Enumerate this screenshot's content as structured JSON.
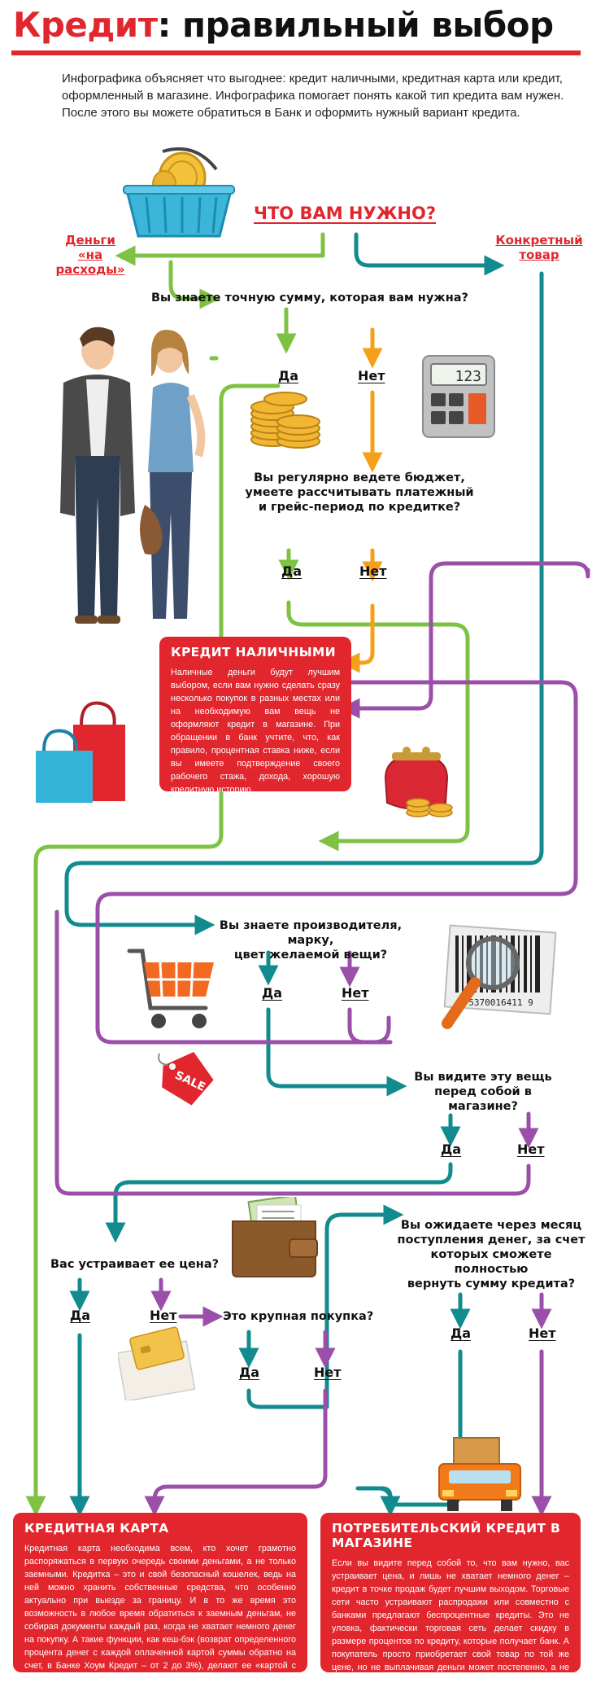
{
  "header": {
    "title_accent": "Кредит",
    "title_rest": ": правильный выбор",
    "intro": "Инфографика объясняет что выгоднее: кредит наличными, кредитная карта или кредит, оформленный в магазине. Инфографика помогает понять какой тип кредита вам нужен. После этого вы можете обратиться в Банк и оформить нужный вариант кредита."
  },
  "flow": {
    "start": "ЧТО ВАМ НУЖНО?",
    "branch_money_l1": "Деньги",
    "branch_money_l2": "«на расходы»",
    "branch_goods_l1": "Конкретный",
    "branch_goods_l2": "товар",
    "q1": "Вы знаете точную сумму, которая вам нужна?",
    "q2_l1": "Вы регулярно ведете бюджет,",
    "q2_l2": "умеете рассчитывать платежный",
    "q2_l3": "и грейс-период по кредитке?",
    "q3_l1": "Вы знаете производителя, марку,",
    "q3_l2": "цвет желаемой вещи?",
    "q4_l1": "Вы видите эту вещь",
    "q4_l2": "перед собой в магазине?",
    "q5": "Вас устраивает ее цена?",
    "q6": "Это крупная покупка?",
    "q7_l1": "Вы ожидаете через месяц",
    "q7_l2": "поступления денег, за счет",
    "q7_l3": "которых сможете полностью",
    "q7_l4": "вернуть сумму кредита?",
    "yes": "Да",
    "no": "Нет",
    "calc_display": "123",
    "sale_tag": "SALE",
    "barcode_number": "5370016411 9"
  },
  "results": {
    "cash": {
      "title": "КРЕДИТ НАЛИЧНЫМИ",
      "text": "Наличные деньги будут лучшим выбором, если вам нужно сделать сразу несколько покупок в разных местах или на необходимую вам вещь не оформляют кредит в магазине. При обращении в банк учтите, что, как правило, процентная ставка ниже, если вы имеете подтверждение своего рабочего стажа, дохода, хорошую кредитную историю."
    },
    "card": {
      "title": "КРЕДИТНАЯ КАРТА",
      "text": "Кредитная карта необходима всем, кто хочет грамотно распоряжаться в первую очередь своими деньгами, а не только заемными. Кредитка – это и свой безопасный кошелек, ведь на ней можно хранить собственные средства, что особенно актуально при выезде за границу. И в то же время это возможность в любое время обратиться к заемным деньгам, не собирая документы каждый раз, когда не хватает немного денег на покупку. А такие функции, как кеш-бэк (возврат определенного процента денег с каждой оплаченной картой суммы обратно на счет, в Банке Хоум Кредит – от 2 до 3%), делают ее «картой с вечной скидкой на все»!"
    },
    "store": {
      "title": "ПОТРЕБИТЕЛЬСКИЙ КРЕДИТ В МАГАЗИНЕ",
      "text": "Если вы видите перед собой то, что вам нужно, вас устраивает цена, и лишь не хватает немного денег – кредит в точке продаж будет лучшим выходом. Торговые сети часто устраивают распродажи или совместно с банками предлагают беспроцентные кредиты. Это не уловка, фактически торговая сеть делает скидку в размере процентов по кредиту, которые получает банк. А покупатель просто приобретает свой товар по той же цене, но не выплачивая деньги может постепенно, а не сразу."
    }
  },
  "colors": {
    "red": "#e1262d",
    "green": "#7dc242",
    "orange": "#f6a01a",
    "teal": "#128b8e",
    "purple": "#9b4fa8"
  }
}
